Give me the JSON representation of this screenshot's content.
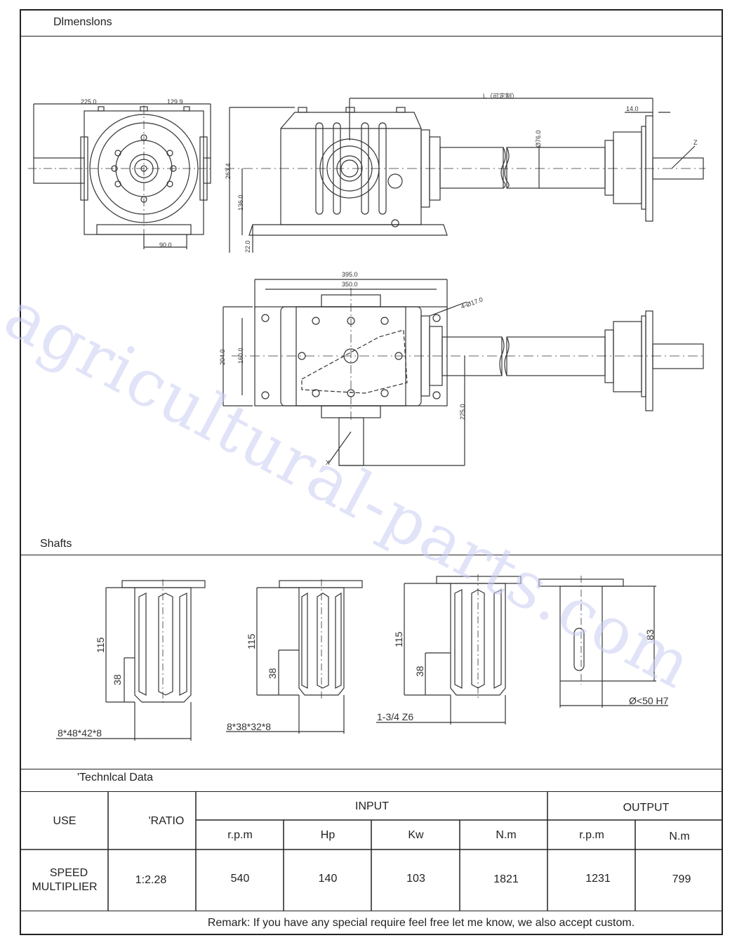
{
  "sections": {
    "dimensions_title": "Dlmenslons",
    "shafts_title": "Shafts",
    "technical_title": "'Technlcal Data"
  },
  "drawing_labels": {
    "front_width": "225.0",
    "front_width2": "129.9",
    "front_bottom": "90.0",
    "side_length": "L（可定制）",
    "side_flange": "14.0",
    "side_dia": "Ø76.0",
    "side_height": "263.4",
    "side_center": "136.0",
    "side_base": "22.0",
    "side_z": "Z",
    "top_w1": "395.0",
    "top_w2": "350.0",
    "top_holes": "4-Ø17.0",
    "top_h1": "204.0",
    "top_h2": "160.0",
    "top_offset": "225.0",
    "top_x": "X"
  },
  "shafts": [
    {
      "total": "115",
      "part": "38",
      "spec": "8*48*42*8"
    },
    {
      "total": "115",
      "part": "38",
      "spec": "8*38*32*8"
    },
    {
      "total": "115",
      "part": "38",
      "spec": "1-3/4 Z6"
    },
    {
      "total": "83",
      "spec": "Ø<50 H7"
    }
  ],
  "table": {
    "use_header": "USE",
    "ratio_header": "'RATIO",
    "input_header": "INPUT",
    "output_header": "OUTPUT",
    "input_cols": [
      "r.p.m",
      "Hp",
      "Kw",
      "N.m"
    ],
    "output_cols": [
      "r.p.m",
      "N.m"
    ],
    "row": {
      "use_line1": "SPEED",
      "use_line2": "MULTIPLIER",
      "ratio": "1:2.28",
      "in_rpm": "540",
      "in_hp": "140",
      "in_kw": "103",
      "in_nm": "1821",
      "out_rpm": "1231",
      "out_nm": "799"
    },
    "remark": "Remark: If you have any special require feel free let me know, we also accept custom."
  },
  "watermark": "agricultural-parts.com"
}
